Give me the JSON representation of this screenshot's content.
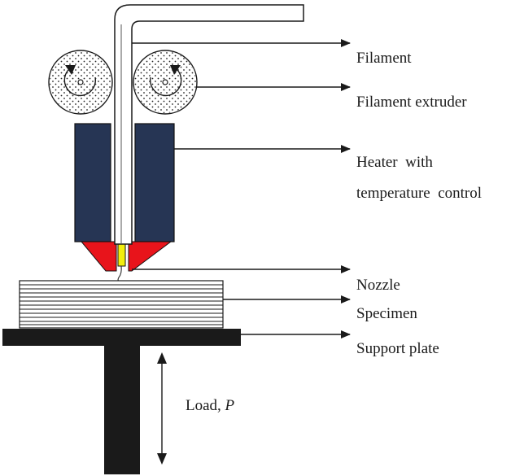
{
  "labels": {
    "filament": "Filament",
    "filament_extruder": "Filament extruder",
    "heater_line1": "Heater  with",
    "heater_line2": "temperature  control",
    "nozzle": "Nozzle",
    "specimen": "Specimen",
    "support_plate": "Support plate",
    "load_prefix": "Load, ",
    "load_symbol": "P"
  },
  "colors": {
    "heater": "#263554",
    "nozzle": "#e8141b",
    "nozzle_tip": "#f2ee0e",
    "plate": "#1a1a1a",
    "ink": "#1a1a1a"
  }
}
